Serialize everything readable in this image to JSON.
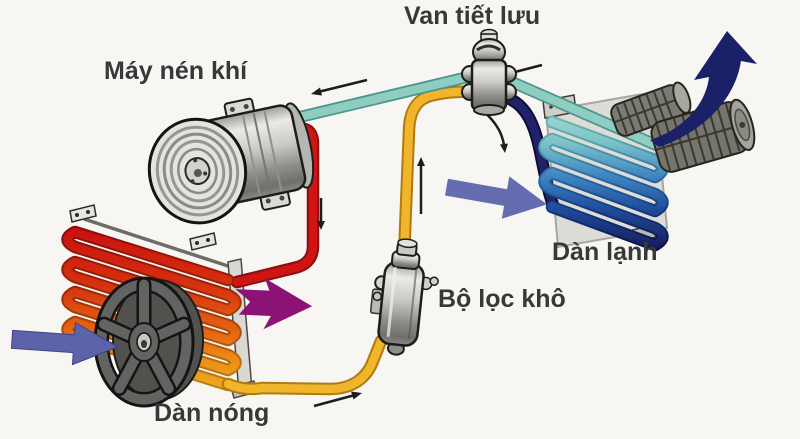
{
  "diagram": {
    "background_color": "#f7f6f3",
    "labels": {
      "expansion_valve": "Van tiết lưu",
      "compressor": "Máy nén khí",
      "evaporator": "Dàn lạnh",
      "receiver_drier": "Bộ lọc khô",
      "condenser": "Dàn nóng"
    },
    "pipe_colors": {
      "suction_line_teal": "#8fcdc3",
      "discharge_line_red": "#cf1513",
      "liquid_line_yellow": "#f0b52b",
      "evaporator_inlet_navy": "#22226b"
    },
    "arrow_colors": {
      "airflow_slate_blue": "#5d63a9",
      "hot_air_purple": "#8c1276",
      "cold_air_navy": "#1b2166",
      "flow_direction_black": "#1c1c1c"
    }
  }
}
